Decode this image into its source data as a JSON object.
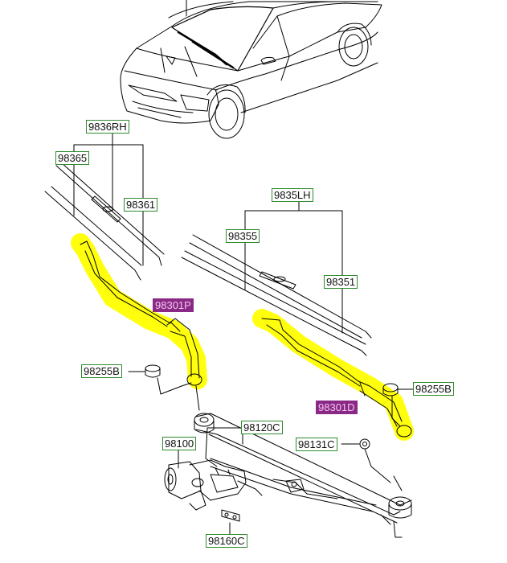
{
  "part_labels": {
    "wiper_blade_rh": "9836RH",
    "refill_rh": "98365",
    "blade_clip_rh": "98361",
    "wiper_blade_lh": "9835LH",
    "refill_lh": "98355",
    "blade_clip_lh": "98351",
    "wiper_arm_passenger": "98301P",
    "wiper_arm_driver": "98301D",
    "cap_left": "98255B",
    "cap_right": "98255B",
    "linkage": "98120C",
    "pivot_nut": "98131C",
    "motor": "98100",
    "bolt": "98160C"
  },
  "colors": {
    "label_border": "#2e8b2e",
    "highlight_label_bg": "#8a2a86",
    "highlight_marker": "#ffff00",
    "line": "#000000"
  }
}
